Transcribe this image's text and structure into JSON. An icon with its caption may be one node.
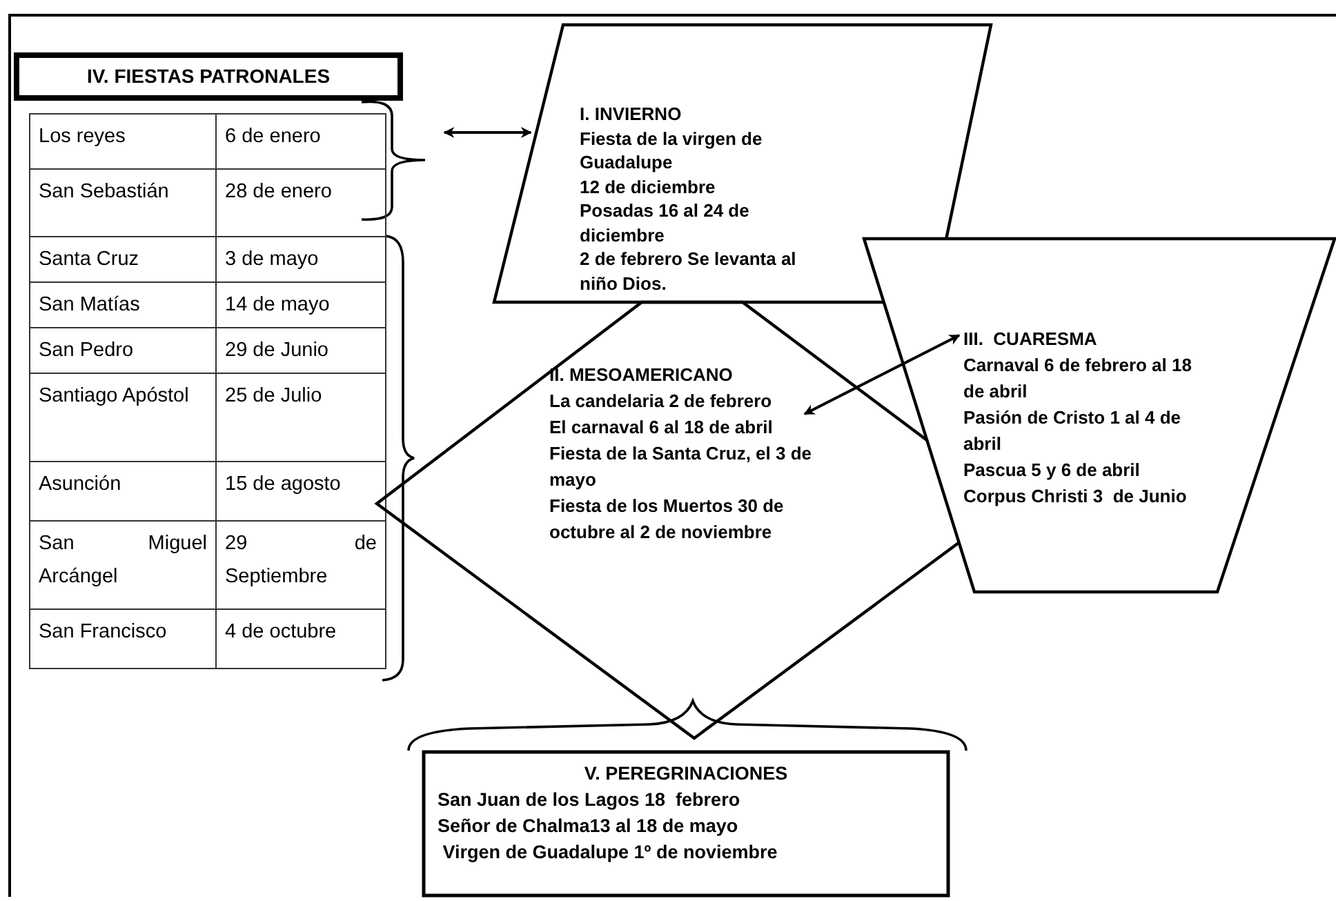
{
  "diagram": {
    "nodes": [
      {
        "text": [
          "IV. FIESTAS PATRONALES"
        ]
      },
      {
        "text": [
          "I. INVIERNO",
          "Fiesta de la virgen de Guadalupe",
          "12 de diciembre",
          "Posadas 16 al 24 de diciembre",
          "2 de febrero Se levanta al niño Dios."
        ]
      },
      {
        "text": [
          "II. MESOAMERICANO",
          "La candelaria 2 de febrero",
          "El carnaval 6 al 18 de abril",
          "Fiesta de la Santa Cruz, el 3 de mayo",
          "Fiesta de los Muertos 30 de octubre al 2 de noviembre"
        ]
      },
      {
        "text": [
          "III.  CUARESMA",
          "Carnaval 6 de febrero al 18 de abril",
          "Pasión de Cristo 1 al 4 de abril",
          "Pascua 5 y 6 de abril",
          "Corpus Christi 3  de Junio"
        ]
      },
      {
        "text": [
          "V. PEREGRINACIONES",
          "San Juan de los Lagos 18  febrero",
          "Señor de Chalma13 al 18 de mayo",
          " Virgen de Guadalupe 1º de noviembre"
        ]
      }
    ],
    "edges": [
      {
        "from": 0,
        "to": 1,
        "arrow": "both"
      },
      {
        "from": 2,
        "to": 3,
        "arrow": "both"
      }
    ],
    "labels": [
      "Los reyes",
      "6 de enero",
      "San Sebastián",
      "28 de enero",
      "Santa Cruz",
      "3 de mayo",
      "San Matías",
      "14 de mayo",
      "San Pedro",
      "29 de Junio",
      "Santiago Apóstol",
      "25 de Julio",
      "Asunción",
      "15 de agosto",
      "San Miguel Arcángel",
      "29 de Septiembre",
      "San Francisco",
      "4 de octubre"
    ]
  }
}
